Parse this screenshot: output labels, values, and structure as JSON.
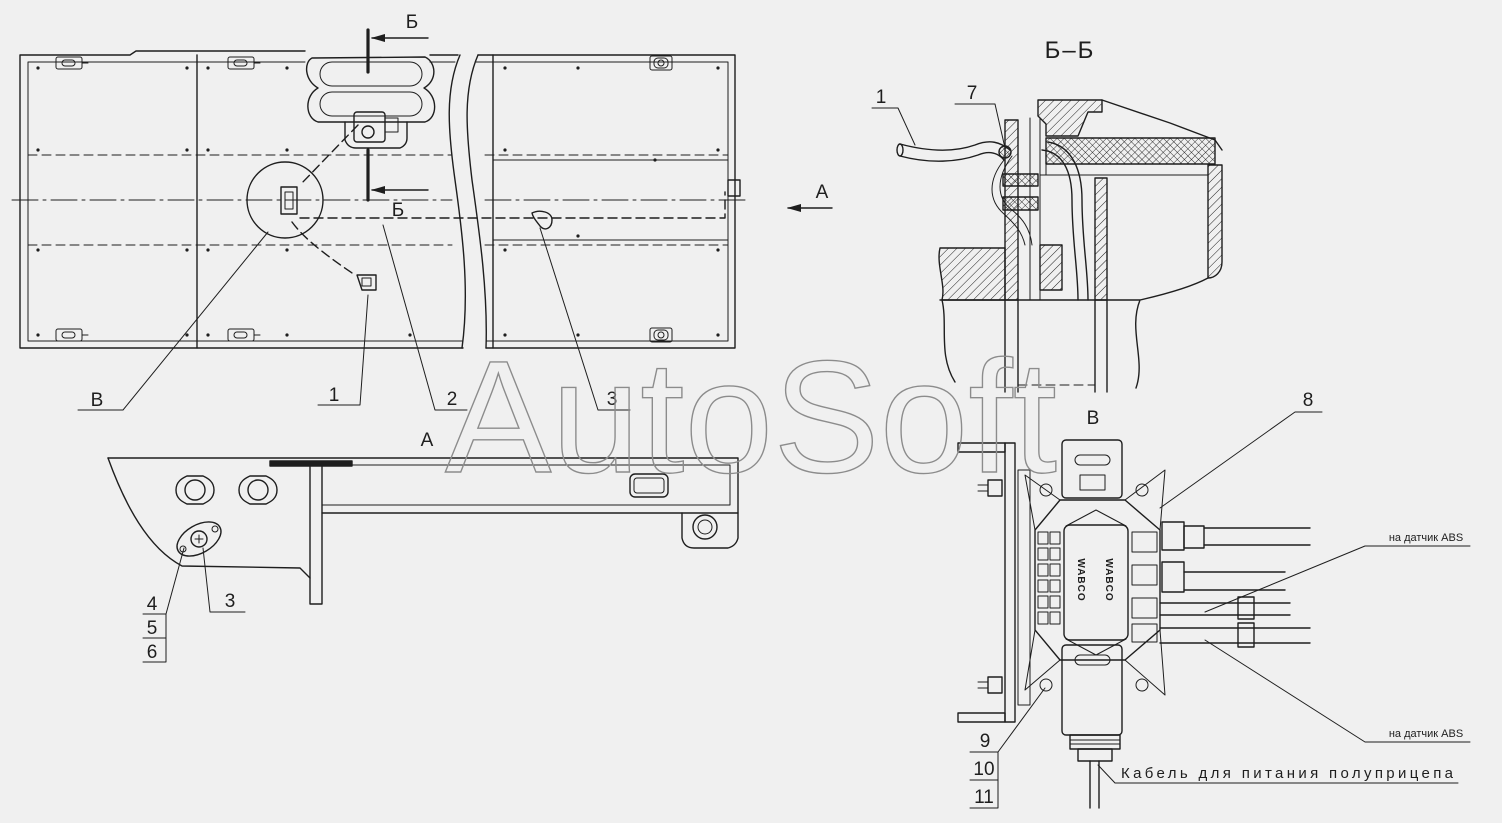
{
  "watermark": "AutoSoft",
  "plan_view": {
    "section_marks": {
      "top": "Б",
      "bottom": "Б"
    },
    "view_arrow": "А",
    "callouts": {
      "detail_b": "В",
      "item1": "1",
      "item2": "2",
      "item3": "3"
    }
  },
  "view_a": {
    "title": "А",
    "callouts": {
      "item4": "4",
      "item5": "5",
      "item6": "6",
      "item3": "3"
    }
  },
  "section_bb": {
    "title": "Б–Б",
    "callouts": {
      "item1": "1",
      "item7": "7"
    }
  },
  "view_v": {
    "title": "В",
    "modulator_brand": "WABCO",
    "callouts": {
      "item8": "8",
      "item9": "9",
      "item10": "10",
      "item11": "11"
    },
    "notes": {
      "abs_sensor_upper": "на датчик ABS",
      "abs_sensor_lower": "на датчик ABS",
      "power_cable": "Кабель для питания полуприцепа"
    }
  },
  "colors": {
    "background": "#f0f0f0",
    "line": "#1e1e1e",
    "watermark": "#8c8c8c"
  }
}
